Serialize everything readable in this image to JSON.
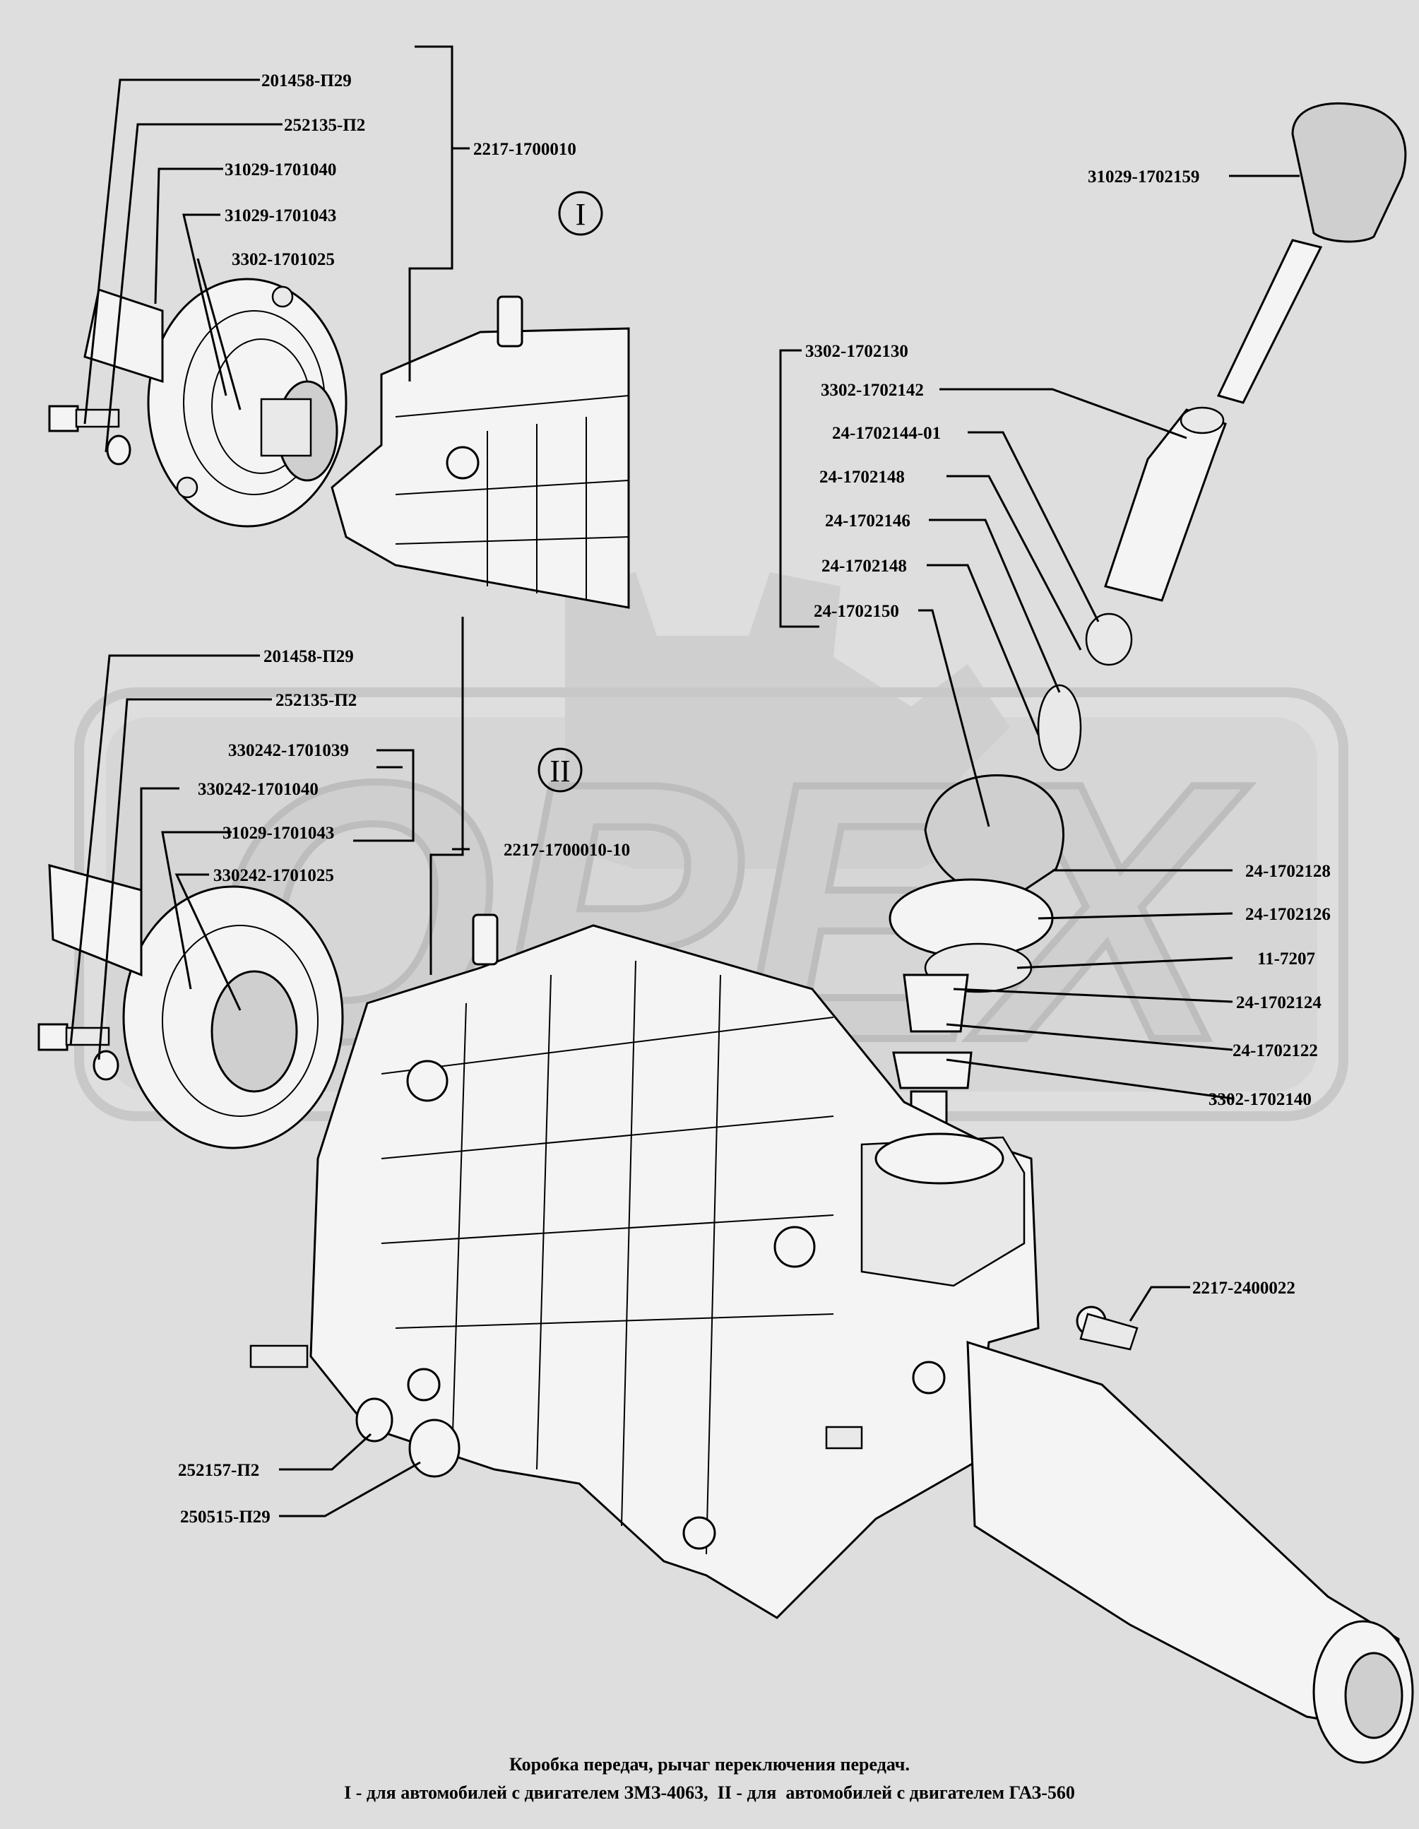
{
  "watermark": {
    "text": "OPEX",
    "color": "#cfcfcf"
  },
  "markers": {
    "one": "I",
    "two": "II"
  },
  "labels": {
    "l01": "201458-П29",
    "l02": "252135-П2",
    "l03": "31029-1701040",
    "l04": "31029-1701043",
    "l05": "3302-1701025",
    "l06": "2217-1700010",
    "l07": "31029-1702159",
    "l08": "3302-1702130",
    "l09": "3302-1702142",
    "l10": "24-1702144-01",
    "l11": "24-1702148",
    "l12": "24-1702146",
    "l13": "24-1702148",
    "l14": "24-1702150",
    "l15": "201458-П29",
    "l16": "252135-П2",
    "l17": "330242-1701039",
    "l18": "330242-1701040",
    "l19": "31029-1701043",
    "l20": "330242-1701025",
    "l21": "2217-1700010-10",
    "l22": "24-1702128",
    "l23": "24-1702126",
    "l24": "11-7207",
    "l25": "24-1702124",
    "l26": "24-1702122",
    "l27": "3302-1702140",
    "l28": "2217-2400022",
    "l29": "252157-П2",
    "l30": "250515-П29"
  },
  "caption": {
    "line1": "Коробка передач, рычаг переключения передач.",
    "line2": "I - для автомобилей с двигателем ЗМЗ-4063,  II - для  автомобилей с двигателем ГАЗ-560"
  }
}
